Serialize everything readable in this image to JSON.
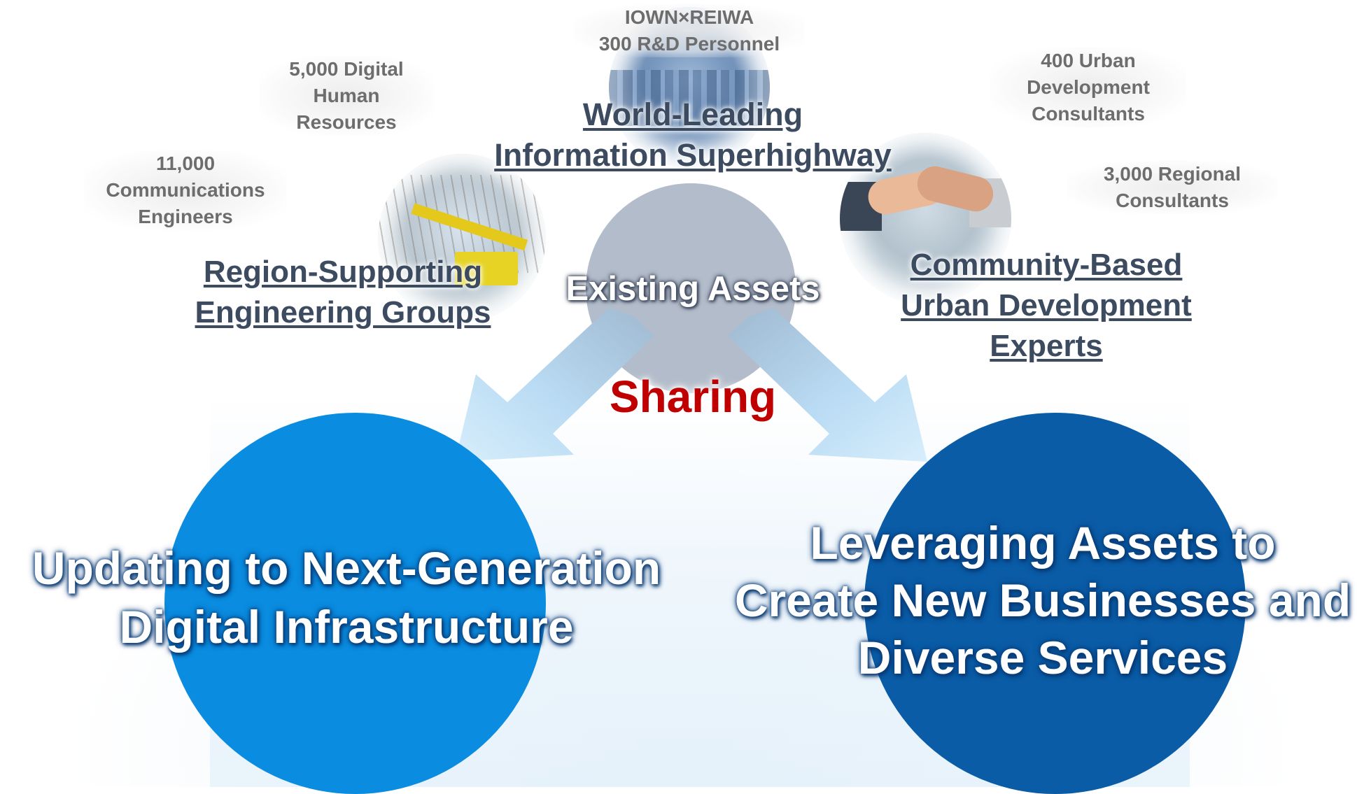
{
  "existing_assets": "Existing Assets",
  "sharing": "Sharing",
  "top": {
    "heading": [
      "World-Leading",
      "Information Superhighway"
    ],
    "detail": [
      "IOWN×REIWA",
      "300 R&D Personnel"
    ]
  },
  "left": {
    "heading": [
      "Region-Supporting",
      "Engineering Groups"
    ],
    "detail_1": [
      "5,000 Digital",
      "Human",
      "Resources"
    ],
    "detail_2": [
      "11,000",
      "Communications",
      "Engineers"
    ]
  },
  "right": {
    "heading": [
      "Community-Based",
      "Urban Development",
      "Experts"
    ],
    "detail_1": [
      "400 Urban",
      "Development",
      "Consultants"
    ],
    "detail_2": [
      "3,000 Regional",
      "Consultants"
    ]
  },
  "outcome_left": [
    "Updating to Next-Generation",
    "Digital Infrastructure"
  ],
  "outcome_right": [
    "Leveraging Assets to",
    "Create New Businesses and",
    "Diverse Services"
  ],
  "colors": {
    "center_circle": "#b3bcca",
    "left_circle": "#0a8ce0",
    "right_circle": "#0a5ca6",
    "sharing_text": "#c00000",
    "heading_text": "#3d4b60"
  }
}
